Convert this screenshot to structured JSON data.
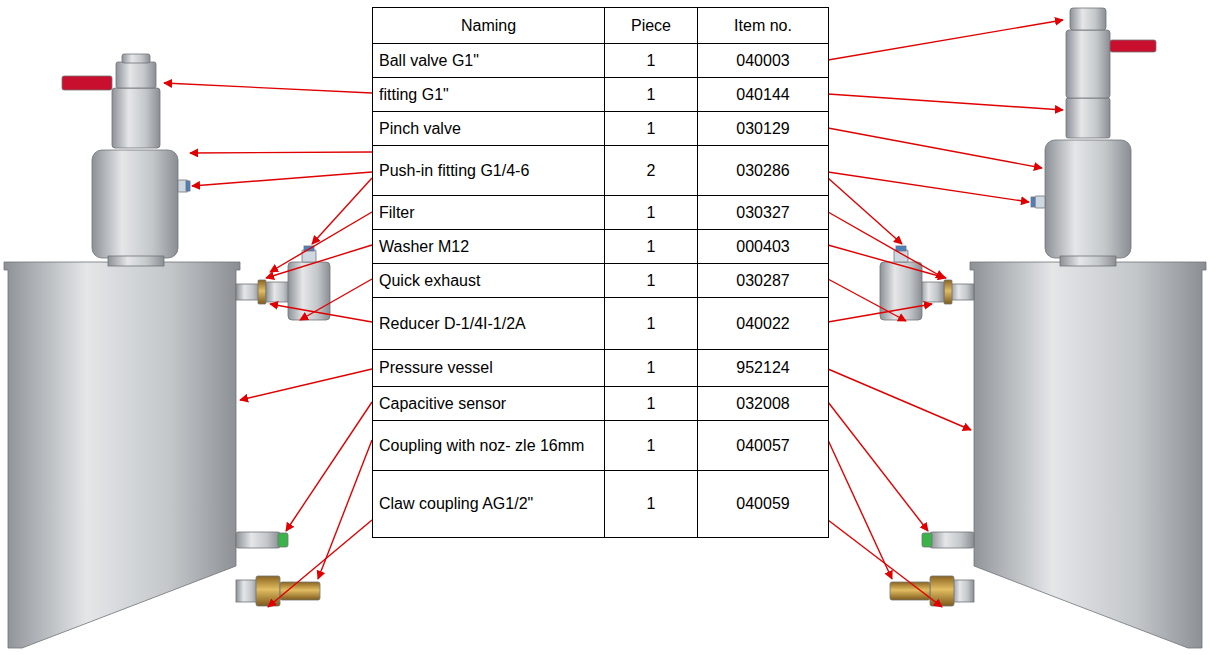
{
  "diagram": {
    "labels": [
      "Naming",
      "Piece",
      "Item no.",
      "Ball valve G1\"",
      "1",
      "040003",
      "fitting G1\"",
      "1",
      "040144",
      "Pinch valve",
      "1",
      "030129",
      "Push-in fitting G1/4-6",
      "2",
      "030286",
      "Filter",
      "1",
      "030327",
      "Washer M12",
      "1",
      "000403",
      "Quick exhaust",
      "1",
      "030287",
      "Reducer D-1/4I-1/2A",
      "1",
      "040022",
      "Pressure vessel",
      "1",
      "952124",
      "Capacitive sensor",
      "1",
      "032008",
      "Coupling with noz- zle 16mm",
      "1",
      "040057",
      "Claw coupling AG1/2\"",
      "1",
      "040059"
    ]
  }
}
